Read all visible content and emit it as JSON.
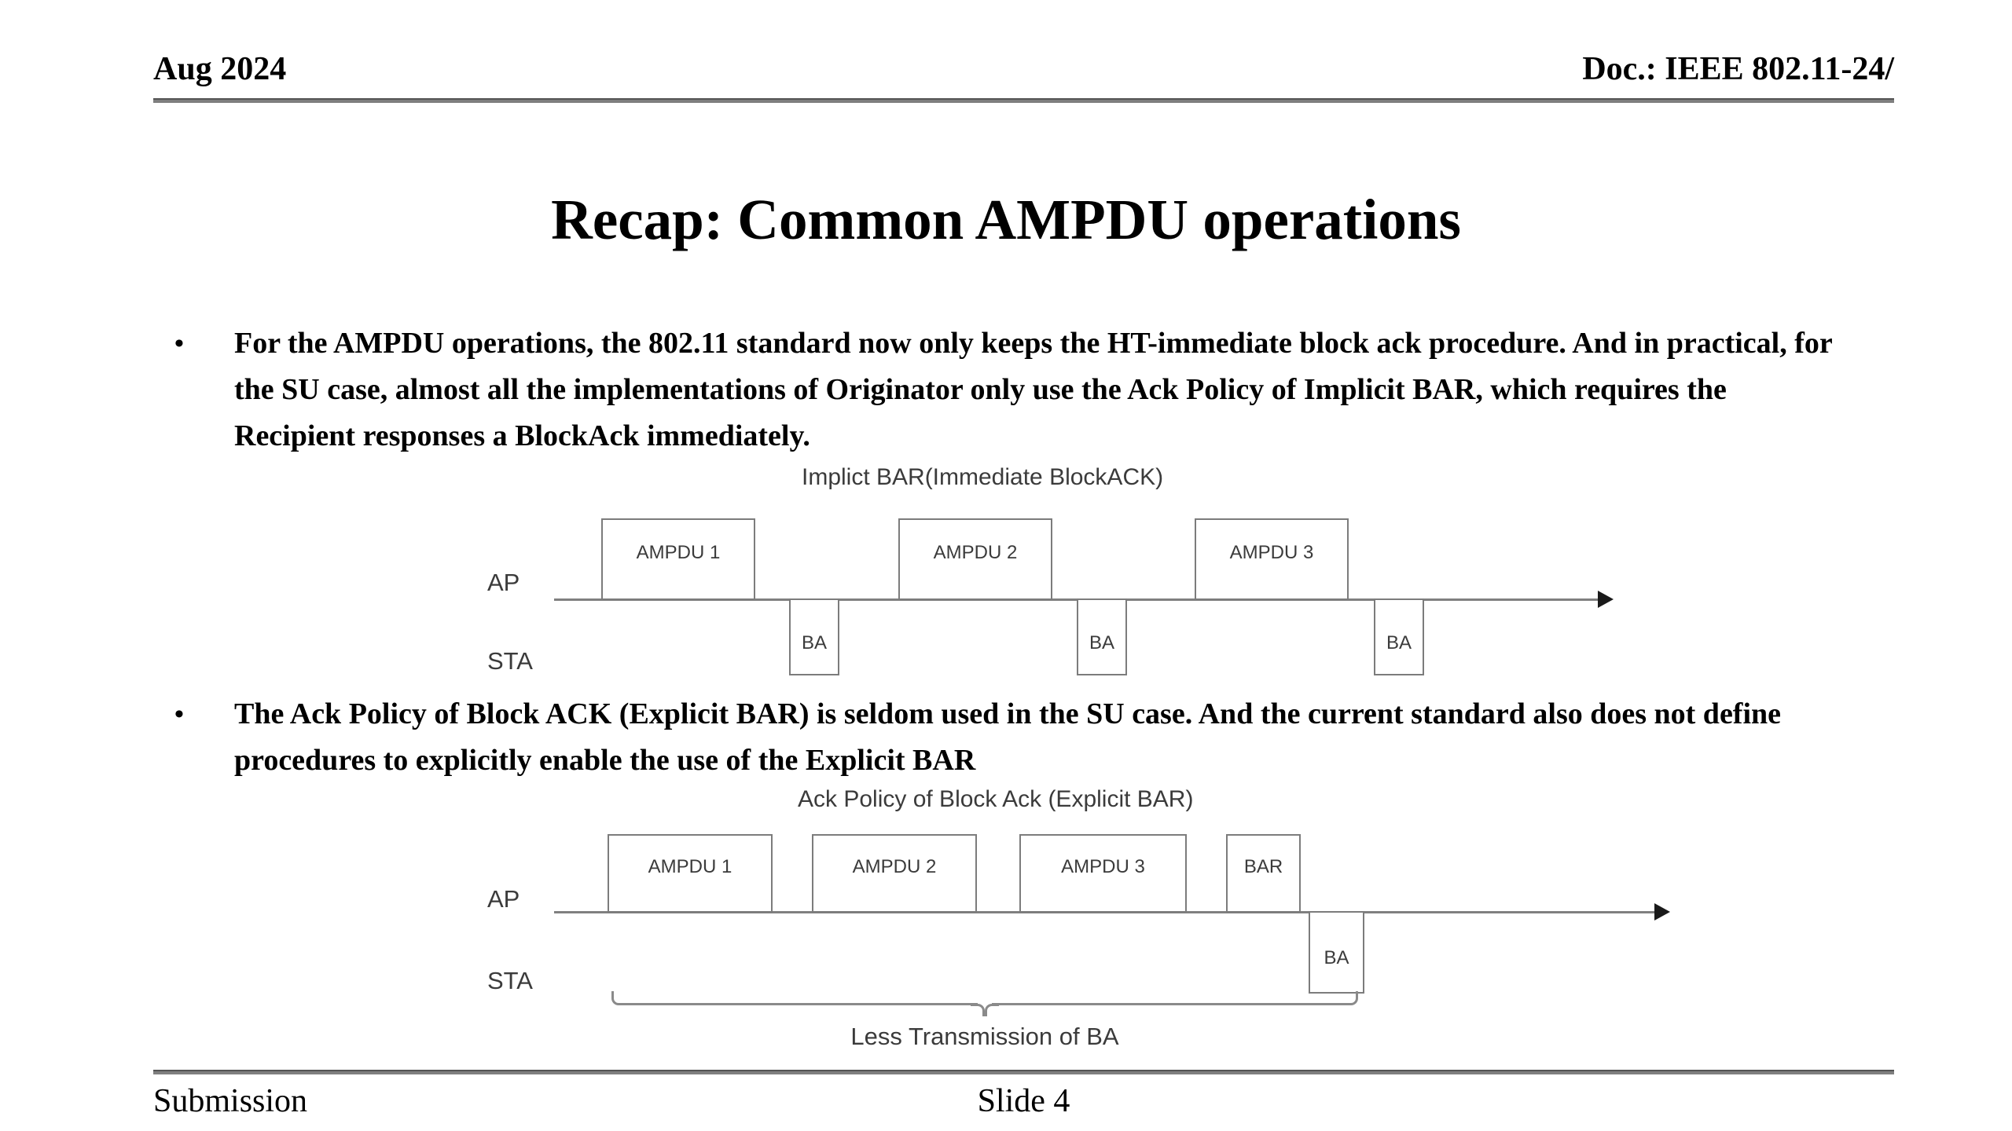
{
  "header": {
    "date": "Aug 2024",
    "doc": "Doc.: IEEE 802.11-24/"
  },
  "title": "Recap: Common AMPDU operations",
  "bullets": [
    {
      "marker": "•",
      "text": "For the AMPDU operations, the 802.11 standard now only keeps the HT-immediate block ack procedure. And in practical, for the SU case, almost all the implementations of Originator only use the Ack Policy of Implicit BAR, which requires the Recipient responses a BlockAck immediately."
    },
    {
      "marker": "•",
      "text": "The Ack Policy of  Block ACK (Explicit BAR) is seldom used in the SU case. And the current standard also does not define procedures to explicitly enable the use of the Explicit BAR"
    }
  ],
  "diagram1": {
    "caption": "Implict BAR(Immediate BlockACK)",
    "lane_ap": "AP",
    "lane_sta": "STA",
    "ap_packets": [
      "AMPDU 1",
      "AMPDU 2",
      "AMPDU 3"
    ],
    "sta_packets": [
      "BA",
      "BA",
      "BA"
    ]
  },
  "diagram2": {
    "caption": "Ack Policy of Block Ack (Explicit BAR)",
    "lane_ap": "AP",
    "lane_sta": "STA",
    "ap_packets": [
      "AMPDU 1",
      "AMPDU 2",
      "AMPDU 3",
      "BAR"
    ],
    "sta_packets": [
      "BA"
    ],
    "brace_caption": "Less Transmission of BA"
  },
  "footer": {
    "left": "Submission",
    "center": "Slide 4"
  },
  "colors": {
    "rule": "#7f7f7f",
    "box_border": "#7c7c7c",
    "diagram_text": "#3b3b3b",
    "timeline": "#808080"
  }
}
